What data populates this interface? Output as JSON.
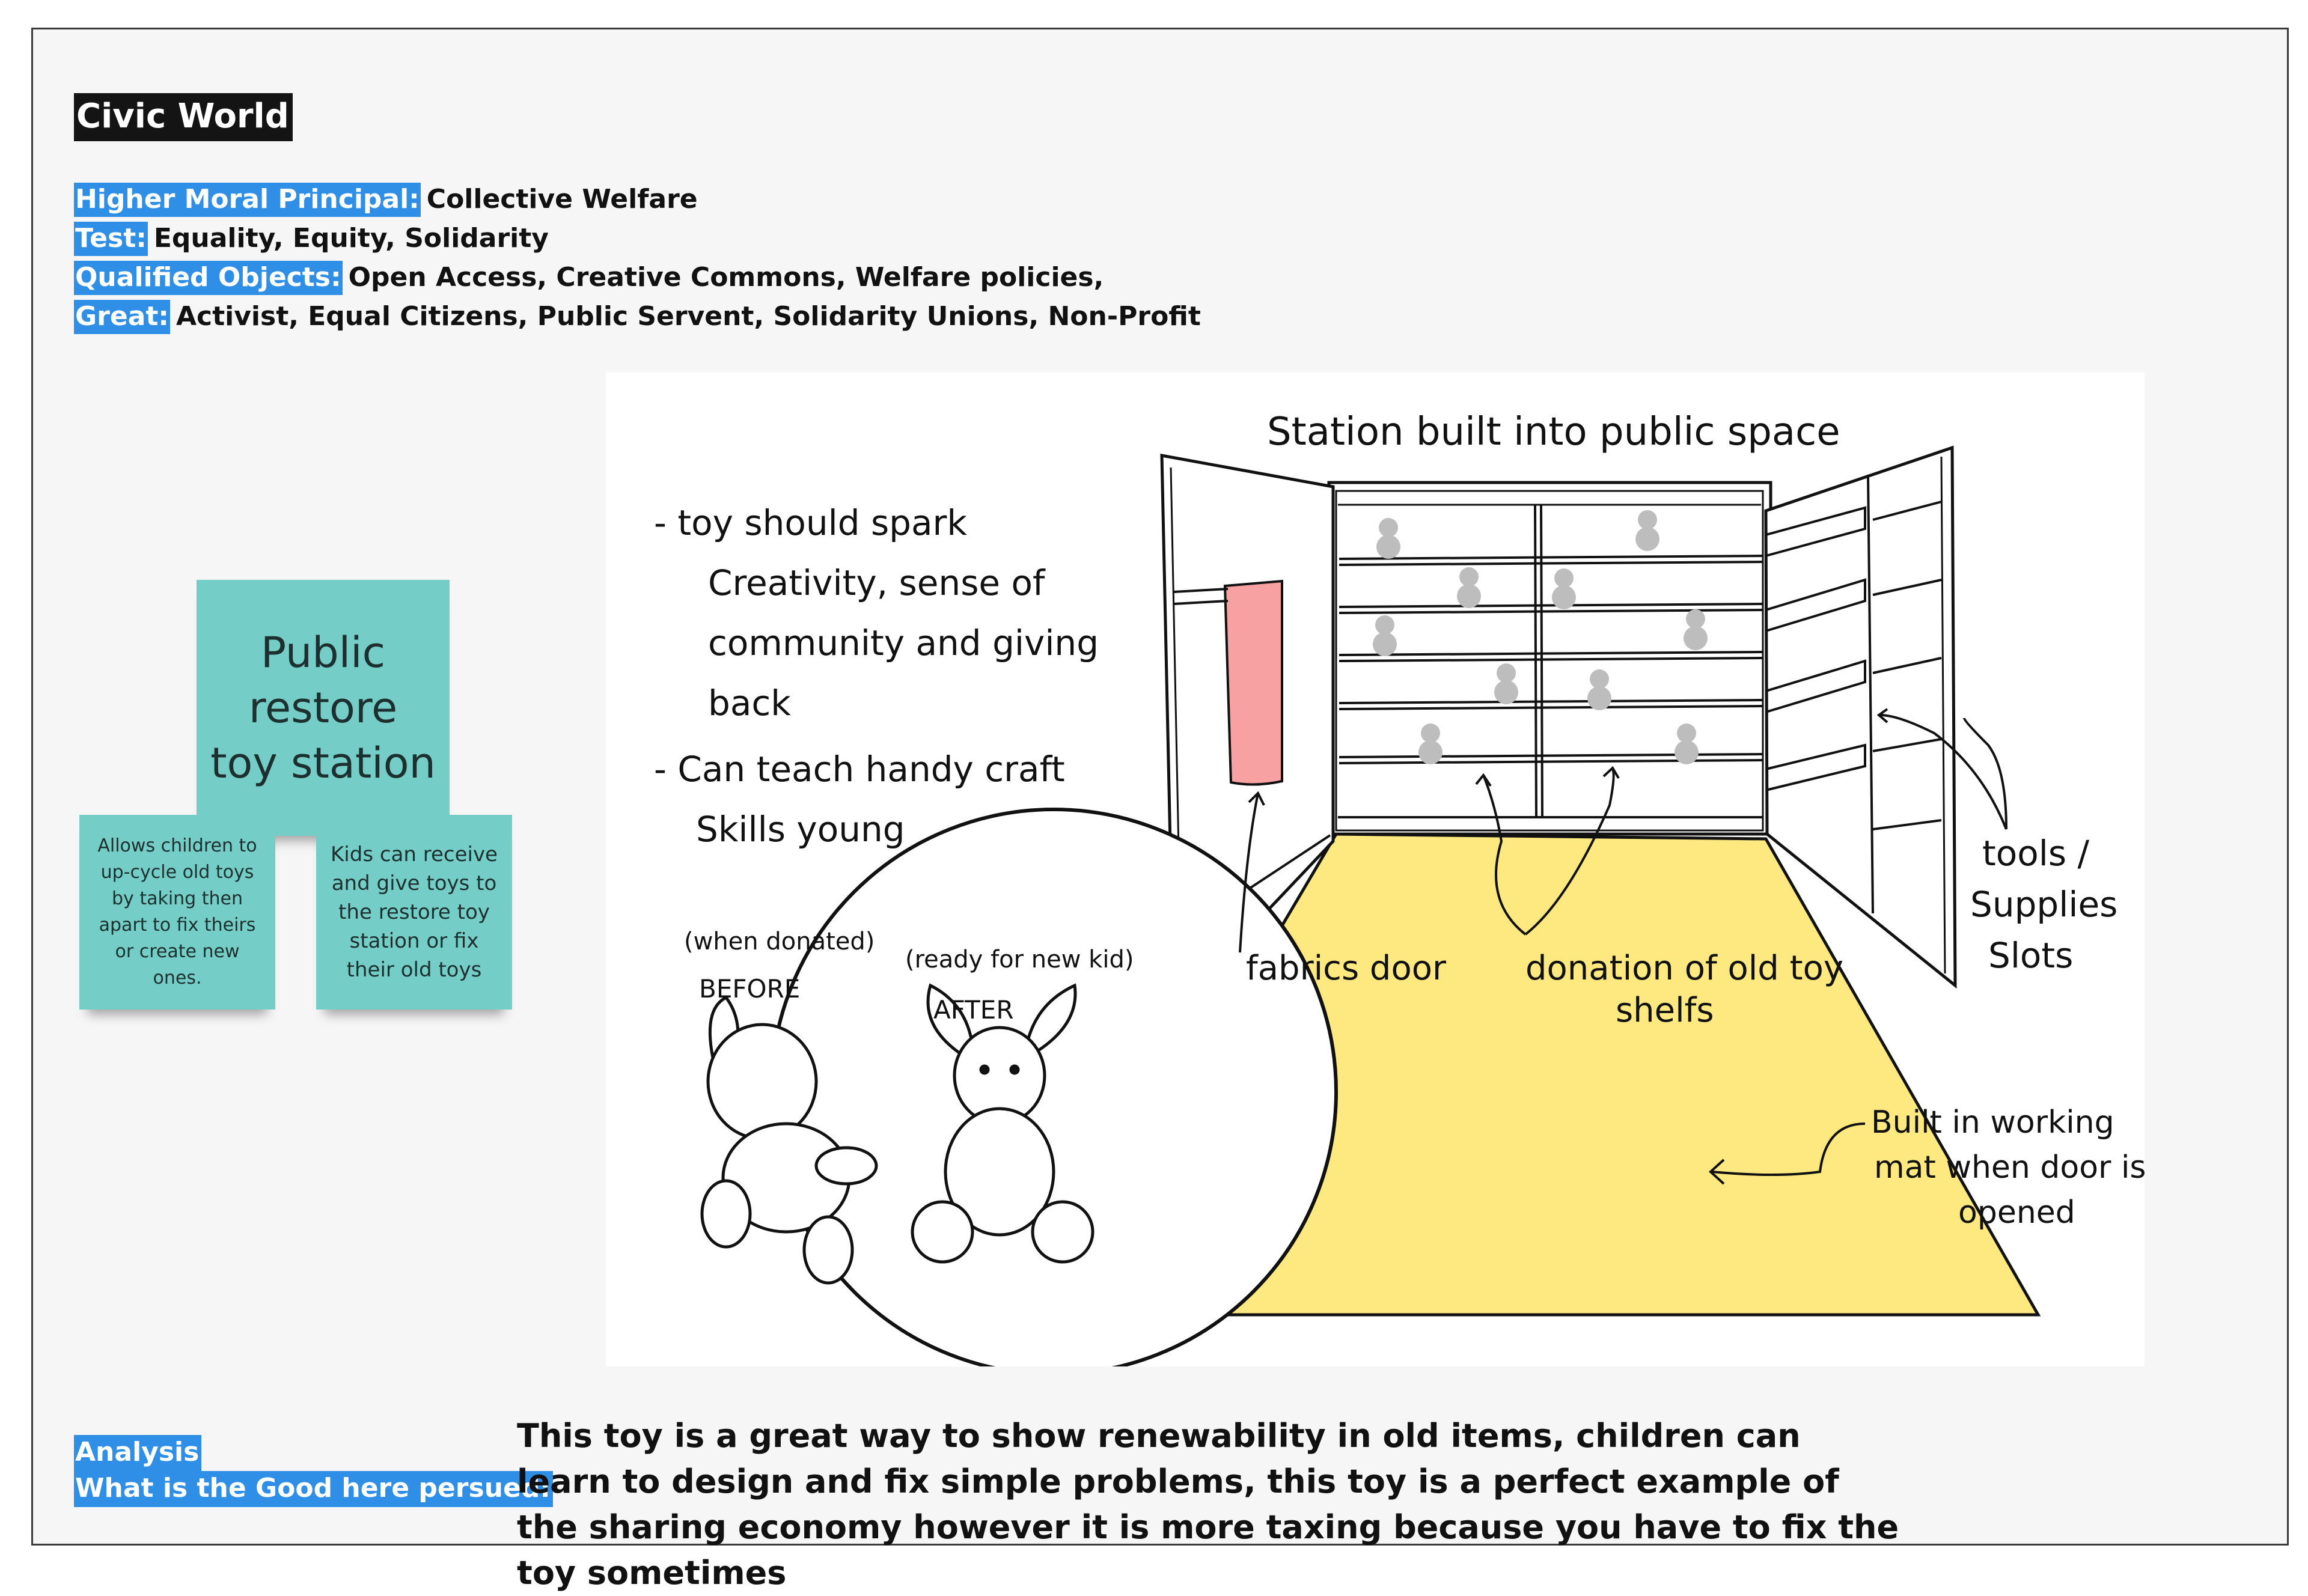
{
  "title": "Civic World",
  "properties": [
    {
      "label": "Higher Moral Principal:",
      "value": "Collective Welfare"
    },
    {
      "label": "Test:",
      "value": "Equality, Equity, Solidarity"
    },
    {
      "label": "Qualified Objects:",
      "value": "Open Access, Creative Commons, Welfare policies,"
    },
    {
      "label": "Great:",
      "value": "Activist, Equal Citizens, Public Servent, Solidarity Unions, Non-Profit"
    }
  ],
  "stickies": {
    "main": "Public restore toy station",
    "left": "Allows children to up-cycle old toys by taking then apart to fix theirs or create new ones.",
    "right": "Kids can receive and give toys to the restore toy station or fix their old toys"
  },
  "sketch": {
    "heading": "Station built into public space",
    "notes_1": [
      "- toy should spark",
      "Creativity, sense of",
      "community and giving",
      "back"
    ],
    "notes_2": [
      "- Can teach handy craft",
      "Skills young"
    ],
    "before_caption": "(when donated)",
    "before_label": "BEFORE",
    "after_caption": "(ready for new kid)",
    "after_label": "AFTER",
    "label_fabrics": "fabrics door",
    "label_shelfs": [
      "donation of old toy",
      "shelfs"
    ],
    "label_tools": [
      "tools /",
      "Supplies",
      "Slots"
    ],
    "label_mat": [
      "Built in working",
      "mat when door is",
      "opened"
    ],
    "colors": {
      "mat": "#fde97f",
      "fabric": "#f7a1a3",
      "toy": "#bdbdbd"
    }
  },
  "analysis": {
    "tag_1": "Analysis",
    "tag_2": "What is the Good here persued:",
    "text": "This toy is a great way to show renewability in old items, children can learn to design and fix simple problems, this toy is a perfect example of the sharing economy however it is more taxing because you have to fix the toy sometimes"
  }
}
